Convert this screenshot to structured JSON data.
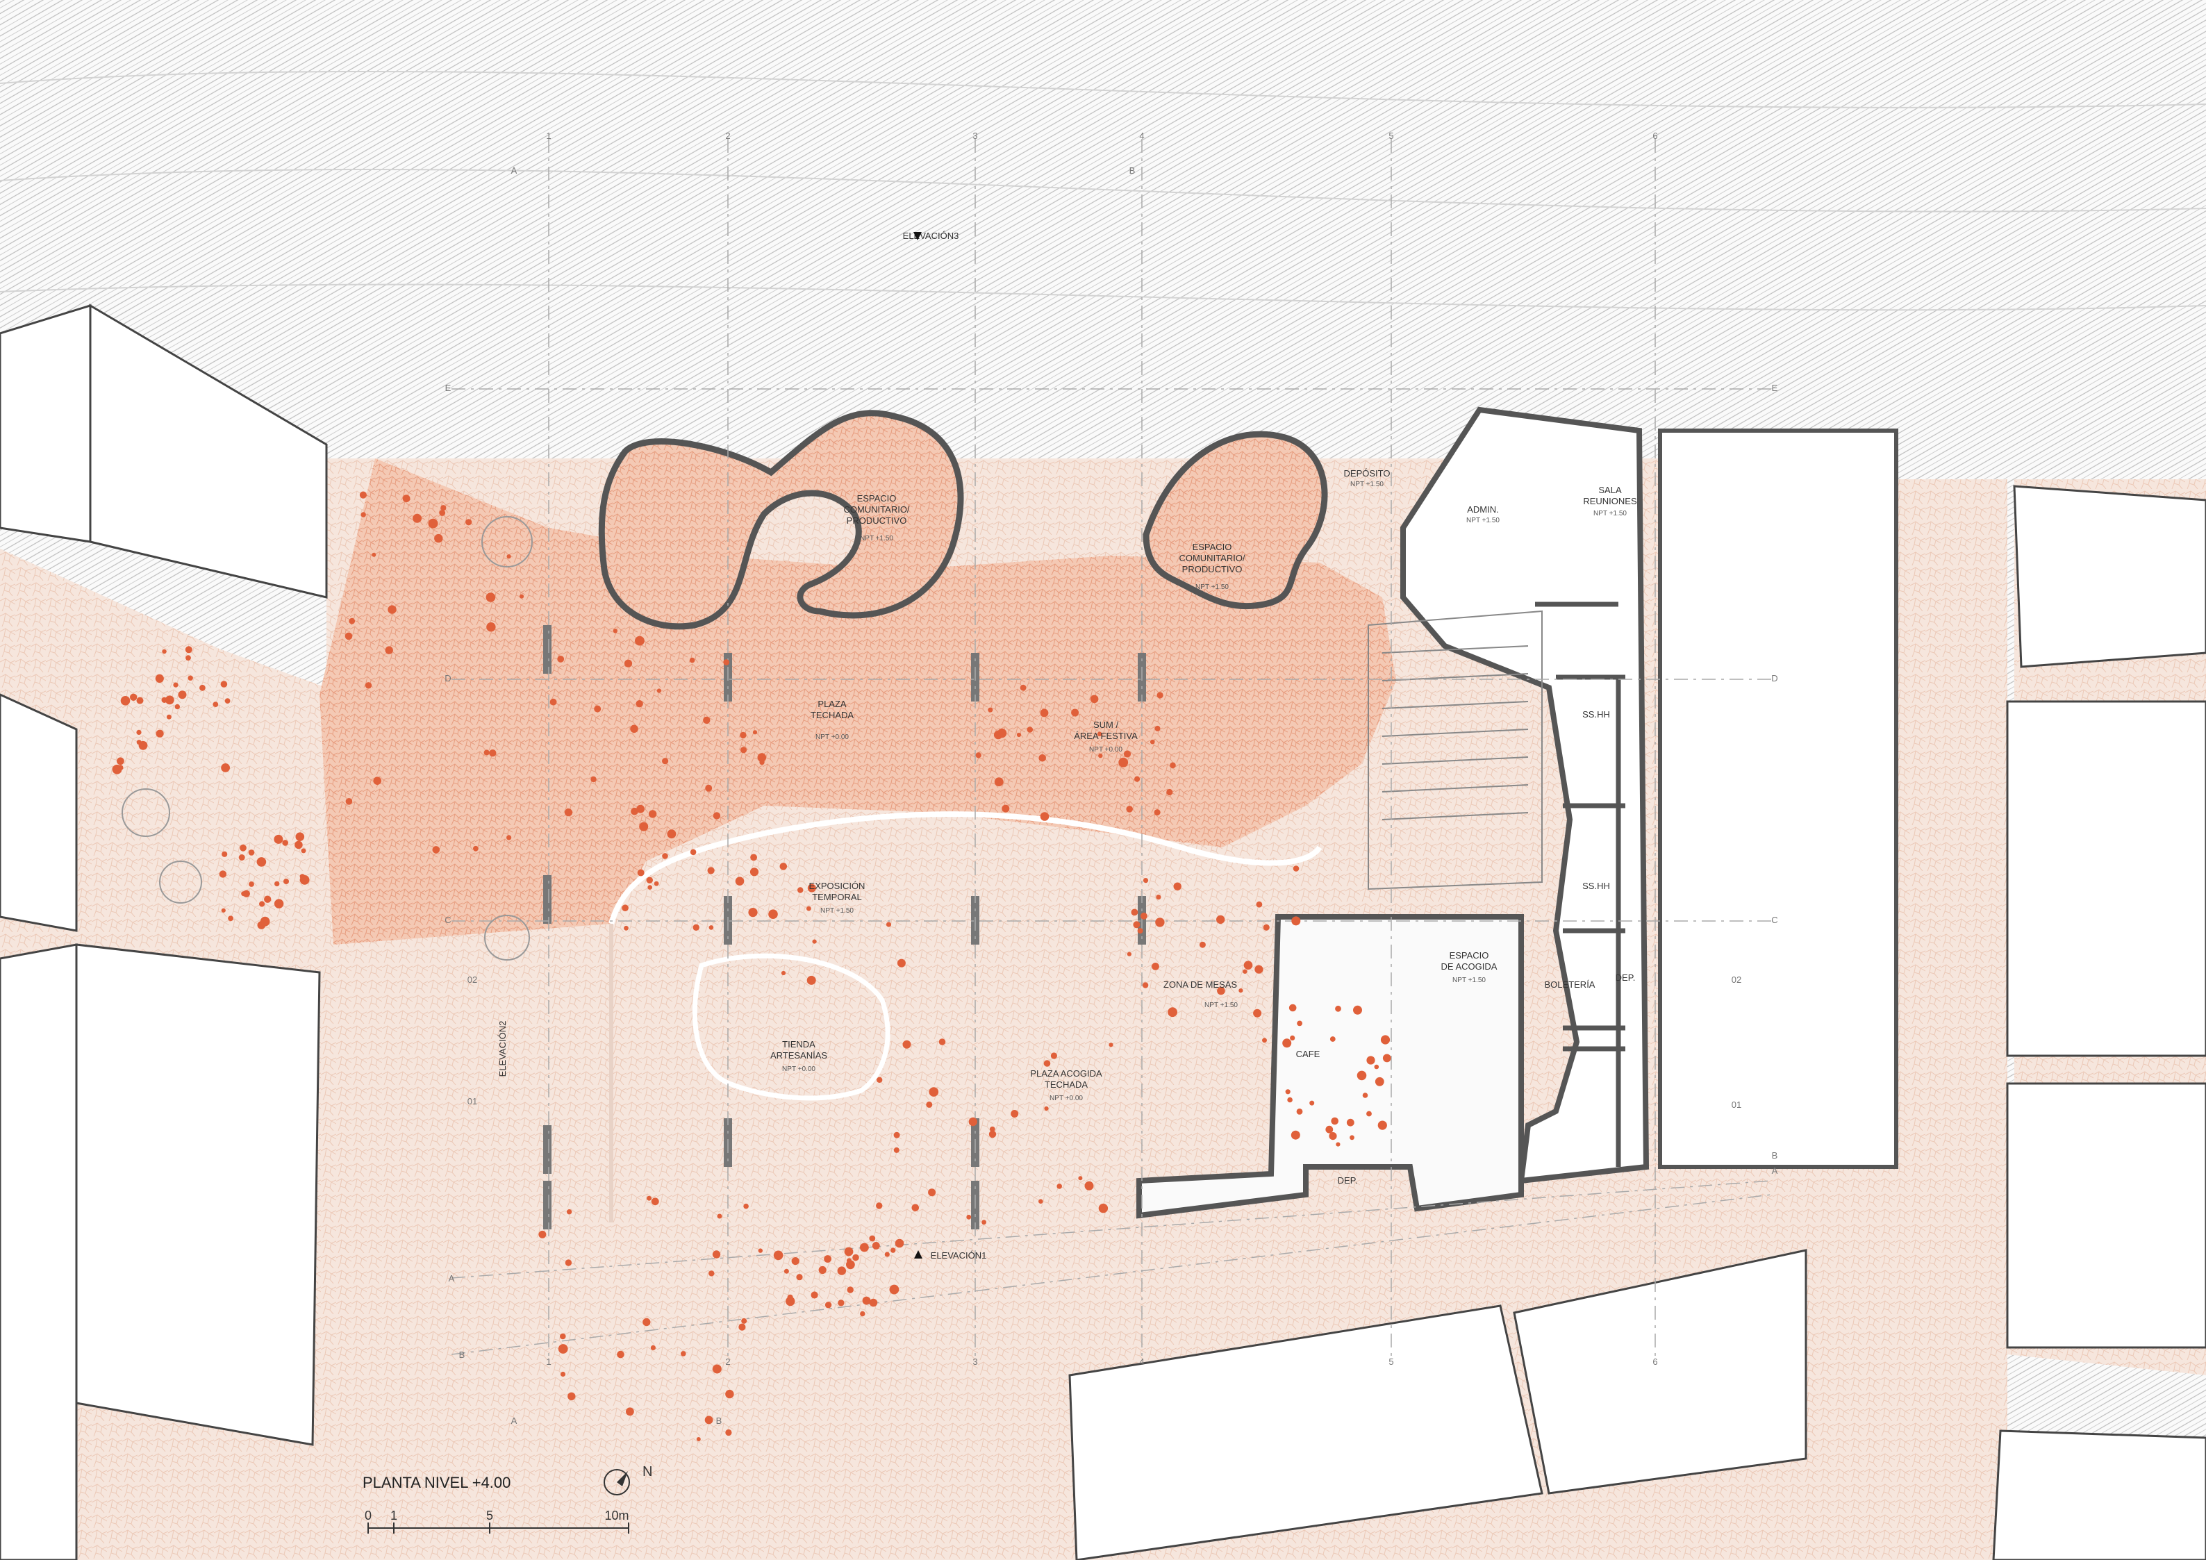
{
  "plan": {
    "title": "PLANTA NIVEL +4.00",
    "north": "N",
    "scale": {
      "t0": "0",
      "t1": "1",
      "t5": "5",
      "t10": "10m"
    }
  },
  "grid": {
    "columns": [
      "1",
      "2",
      "3",
      "4",
      "5",
      "6"
    ],
    "rows": [
      "A",
      "B",
      "C",
      "D",
      "E"
    ],
    "refs": {
      "r01": "01",
      "r02": "02"
    }
  },
  "elevations": {
    "e1": "ELEVACIÓN1",
    "e2": "ELEVACIÓN2",
    "e3": "ELEVACIÓN3"
  },
  "spaces": {
    "ecp1": {
      "l1": "ESPACIO",
      "l2": "COMUNITARIO/",
      "l3": "PRODUCTIVO",
      "npt": "NPT +1.50"
    },
    "ecp2": {
      "l1": "ESPACIO",
      "l2": "COMUNITARIO/",
      "l3": "PRODUCTIVO",
      "npt": "NPT +1.50"
    },
    "deposito": {
      "l1": "DEPÓSITO",
      "npt": "NPT +1.50"
    },
    "admin": {
      "l1": "ADMIN.",
      "npt": "NPT +1.50"
    },
    "sala": {
      "l1": "SALA",
      "l2": "REUNIONES",
      "npt": "NPT +1.50"
    },
    "plaza": {
      "l1": "PLAZA",
      "l2": "TECHADA",
      "npt": "NPT +0.00"
    },
    "sum": {
      "l1": "SUM /",
      "l2": "ÁREA FESTIVA",
      "npt": "NPT +0.00"
    },
    "ssh1": {
      "l1": "SS.HH"
    },
    "ssh2": {
      "l1": "SS.HH"
    },
    "expo": {
      "l1": "EXPOSICIÓN",
      "l2": "TEMPORAL",
      "npt": "NPT +1.50"
    },
    "zona": {
      "l1": "ZONA DE MESAS",
      "npt": "NPT +1.50"
    },
    "acogida": {
      "l1": "ESPACIO",
      "l2": "DE ACOGIDA",
      "npt": "NPT +1.50"
    },
    "boleteria": {
      "l1": "BOLETERÍA"
    },
    "dep1": {
      "l1": "DEP."
    },
    "tienda": {
      "l1": "TIENDA",
      "l2": "ARTESANÍAS",
      "npt": "NPT +0.00"
    },
    "plazaAcogida": {
      "l1": "PLAZA ACOGIDA",
      "l2": "TECHADA",
      "npt": "NPT +0.00"
    },
    "cafe": {
      "l1": "CAFE"
    },
    "dep2": {
      "l1": "DEP."
    }
  },
  "colors": {
    "paving": "#f6e6dd",
    "plaza": "#f4c6b0",
    "people": "#e0603a",
    "wall": "#555555",
    "slope": "#bdbdbd"
  }
}
